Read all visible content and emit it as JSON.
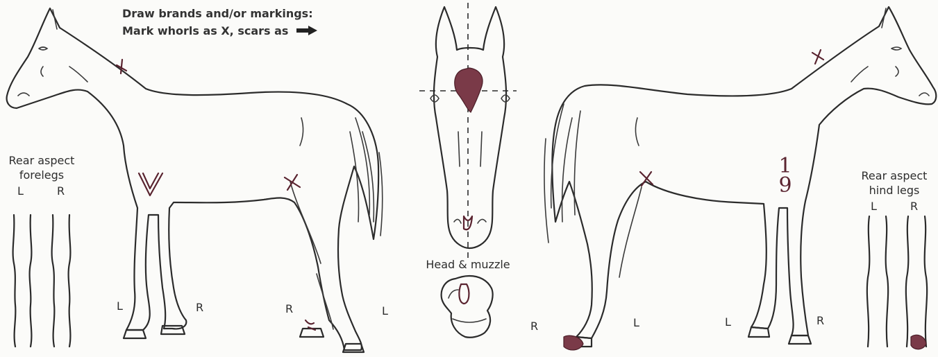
{
  "instructions": {
    "line1": "Draw brands and/or markings:",
    "line2": "Mark whorls as X, scars as"
  },
  "labels": {
    "forelegs_title_1": "Rear aspect",
    "forelegs_title_2": "forelegs",
    "forelegs_L": "L",
    "forelegs_R": "R",
    "hindlegs_title_1": "Rear aspect",
    "hindlegs_title_2": "hind legs",
    "hindlegs_L": "L",
    "hindlegs_R": "R",
    "left_horse_leg_L": "L",
    "left_horse_leg_R": "R",
    "left_horse_hind_R": "R",
    "left_horse_hind_L": "L",
    "right_horse_front_R": "R",
    "right_horse_front_L": "L",
    "right_horse_hind_L": "L",
    "right_horse_hind_R": "R",
    "head_muzzle": "Head & muzzle"
  },
  "handwritten": {
    "right_flank_mark": "1\n9"
  },
  "icons": {
    "scar_symbol": "arrow-right-icon"
  },
  "colors": {
    "ink": "#5a2430",
    "outline": "#2b2b2b",
    "paper": "#fbfbf9"
  }
}
